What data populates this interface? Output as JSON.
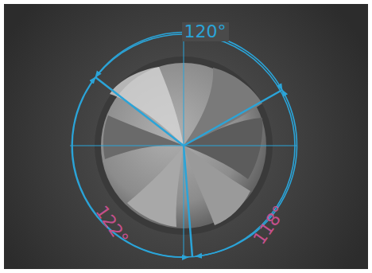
{
  "diagram": {
    "labels": [
      "120°",
      "122°",
      "118°"
    ]
  }
}
